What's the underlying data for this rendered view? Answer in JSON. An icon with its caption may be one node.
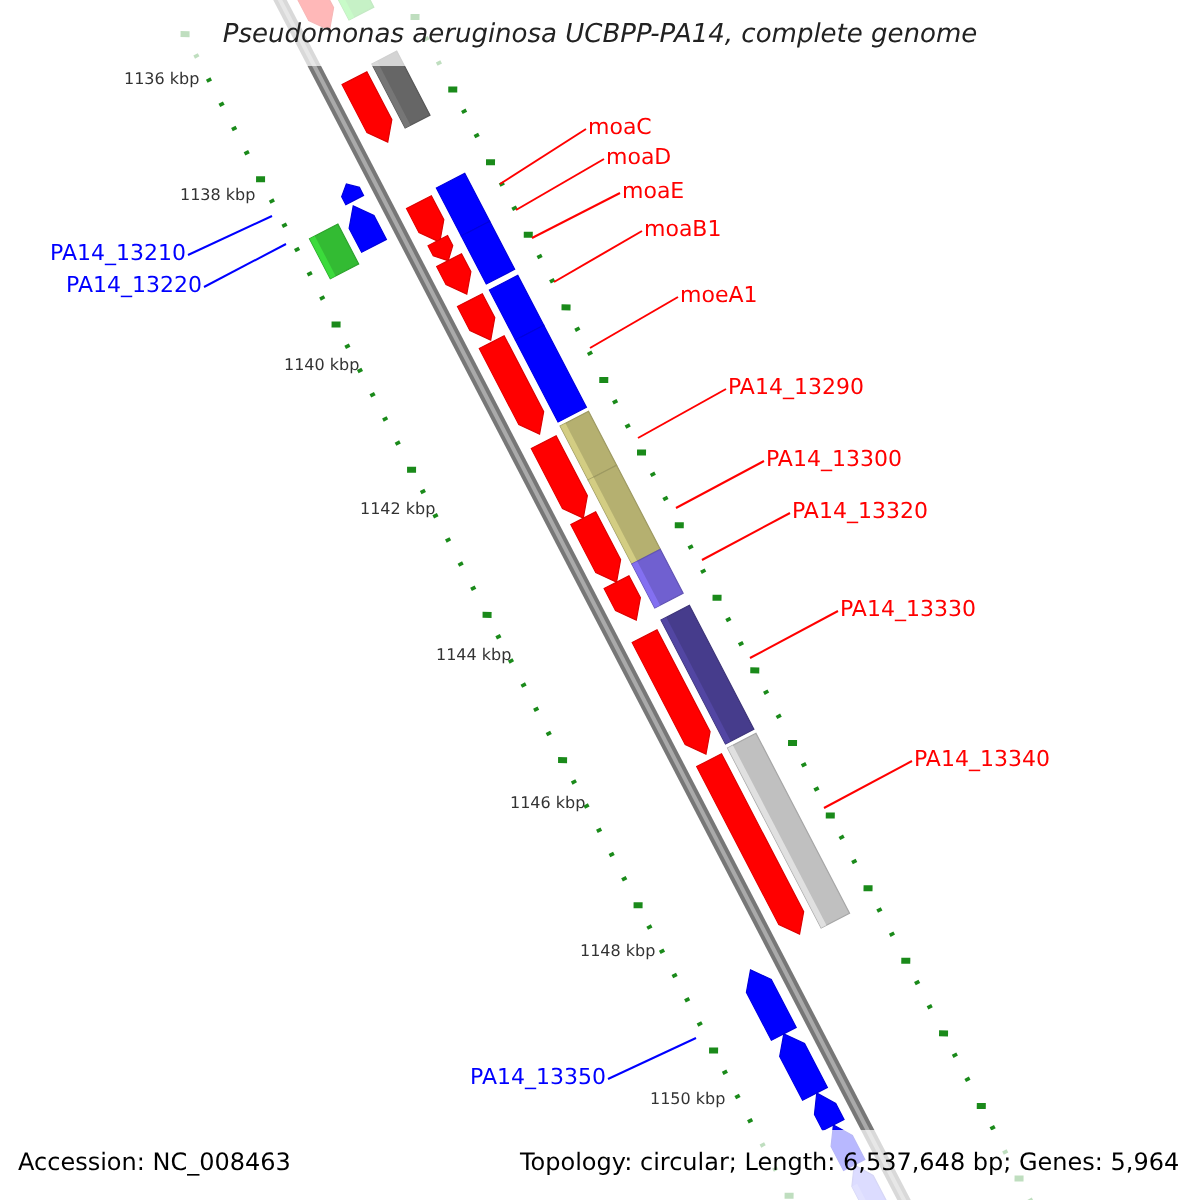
{
  "diagram": {
    "title": "Pseudomonas aeruginosa UCBPP-PA14, complete genome",
    "nodes": [
      {
        "text": [
          "moaC"
        ]
      },
      {
        "text": [
          "moaD"
        ]
      },
      {
        "text": [
          "moaE"
        ]
      },
      {
        "text": [
          "moaB1"
        ]
      },
      {
        "text": [
          "moeA1"
        ]
      },
      {
        "text": [
          "PA14_13290"
        ]
      },
      {
        "text": [
          "PA14_13300"
        ]
      },
      {
        "text": [
          "PA14_13320"
        ]
      },
      {
        "text": [
          "PA14_13330"
        ]
      },
      {
        "text": [
          "PA14_13340"
        ]
      },
      {
        "text": [
          "PA14_13210"
        ]
      },
      {
        "text": [
          "PA14_13220"
        ]
      },
      {
        "text": [
          "PA14_13350"
        ]
      }
    ],
    "edges": [
      {
        "from": 0,
        "to": null,
        "arrow": "none"
      },
      {
        "from": 1,
        "to": null,
        "arrow": "none"
      },
      {
        "from": 2,
        "to": null,
        "arrow": "none"
      },
      {
        "from": 3,
        "to": null,
        "arrow": "none"
      },
      {
        "from": 4,
        "to": null,
        "arrow": "none"
      },
      {
        "from": 5,
        "to": null,
        "arrow": "none"
      },
      {
        "from": 6,
        "to": null,
        "arrow": "none"
      },
      {
        "from": 7,
        "to": null,
        "arrow": "none"
      },
      {
        "from": 8,
        "to": null,
        "arrow": "none"
      },
      {
        "from": 9,
        "to": null,
        "arrow": "none"
      },
      {
        "from": 10,
        "to": null,
        "arrow": "none",
        "color": "#0000ff"
      },
      {
        "from": 11,
        "to": null,
        "arrow": "none",
        "color": "#0000ff"
      },
      {
        "from": 12,
        "to": null,
        "arrow": "none",
        "color": "#0000ff"
      }
    ],
    "labels": [
      "1136 kbp",
      "1138 kbp",
      "1140 kbp",
      "1142 kbp",
      "1144 kbp",
      "1146 kbp",
      "1148 kbp",
      "1150 kbp",
      "Accession: NC_008463",
      "Topology: circular; Length: 6,537,648 bp; Genes: 5,964"
    ]
  }
}
